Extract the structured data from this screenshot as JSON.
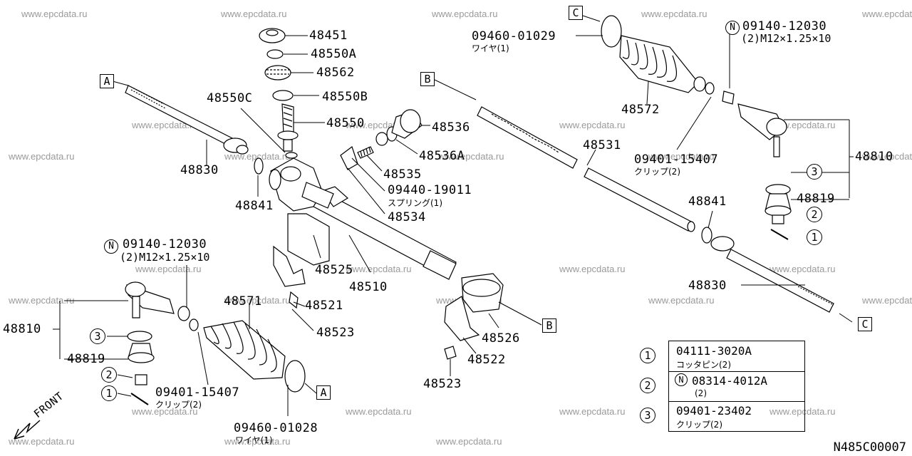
{
  "watermark": "www.epcdata.ru",
  "diagram_code": "N485C00007",
  "front_label": "FRONT",
  "ref_letters": {
    "a": "A",
    "b": "B",
    "c": "C"
  },
  "legend": [
    {
      "num": "1",
      "part": "04111-3020A",
      "desc": "コッタピン(2)",
      "nut": false
    },
    {
      "num": "2",
      "part": "08314-4012A",
      "desc": "(2)",
      "nut": true
    },
    {
      "num": "3",
      "part": "09401-23402",
      "desc": "クリップ(2)",
      "nut": false
    }
  ],
  "labels": {
    "p48451": "48451",
    "p48550A": "48550A",
    "p48562": "48562",
    "p48550C": "48550C",
    "p48550B": "48550B",
    "p48550": "48550",
    "p48536": "48536",
    "p48536A": "48536A",
    "p48535": "48535",
    "p48830_left": "48830",
    "p48841_left": "48841",
    "p09440": "09440-19011",
    "p09440_desc": "スプリング(1)",
    "p48534": "48534",
    "p09460_top": "09460-01029",
    "p09460_top_desc": "ワイヤ(1)",
    "p48572": "48572",
    "p09140_top": "09140-12030",
    "p09140_top_desc": "(2)M12×1.25×10",
    "p09401_top": "09401-15407",
    "p09401_top_desc": "クリップ(2)",
    "p48531": "48531",
    "p48810_right": "48810",
    "p48819_right": "48819",
    "p48841_right": "48841",
    "p48830_right": "48830",
    "p09140_bot": "09140-12030",
    "p09140_bot_desc": "(2)M12×1.25×10",
    "p48525": "48525",
    "p48510": "48510",
    "p48571": "48571",
    "p48521": "48521",
    "p48523_mid": "48523",
    "p48810_left": "48810",
    "p48819_left": "48819",
    "p09401_bot": "09401-15407",
    "p09401_bot_desc": "クリップ(2)",
    "p09460_bot": "09460-01028",
    "p09460_bot_desc": "ワイヤ(1)",
    "p48526": "48526",
    "p48522": "48522",
    "p48523_bot": "48523"
  }
}
